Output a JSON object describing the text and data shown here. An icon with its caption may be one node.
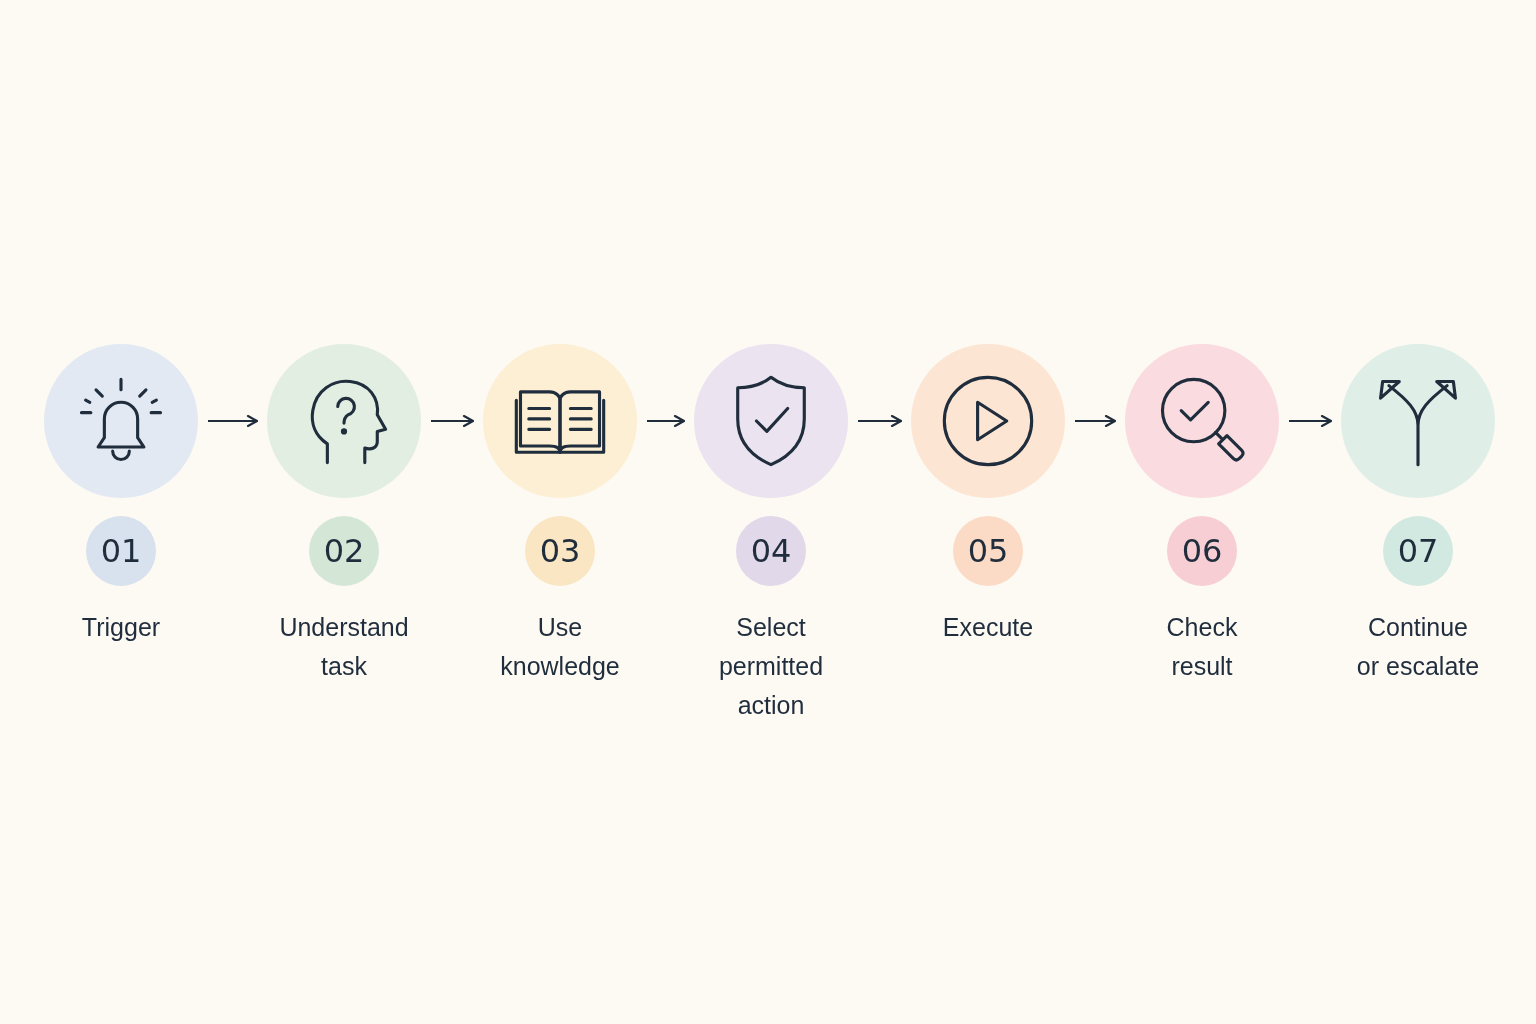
{
  "diagram": {
    "nodes": [
      {
        "text": [
          "01",
          "Trigger"
        ]
      },
      {
        "text": [
          "02",
          "Understand task"
        ]
      },
      {
        "text": [
          "03",
          "Use knowledge"
        ]
      },
      {
        "text": [
          "04",
          "Select permitted action"
        ]
      },
      {
        "text": [
          "05",
          "Execute"
        ]
      },
      {
        "text": [
          "06",
          "Check result"
        ]
      },
      {
        "text": [
          "07",
          "Continue or escalate"
        ]
      }
    ],
    "edges": [
      {
        "from": 0,
        "to": 1,
        "arrow": "to"
      },
      {
        "from": 1,
        "to": 2,
        "arrow": "to"
      },
      {
        "from": 2,
        "to": 3,
        "arrow": "to"
      },
      {
        "from": 3,
        "to": 4,
        "arrow": "to"
      },
      {
        "from": 4,
        "to": 5,
        "arrow": "to"
      },
      {
        "from": 5,
        "to": 6,
        "arrow": "to"
      }
    ]
  }
}
